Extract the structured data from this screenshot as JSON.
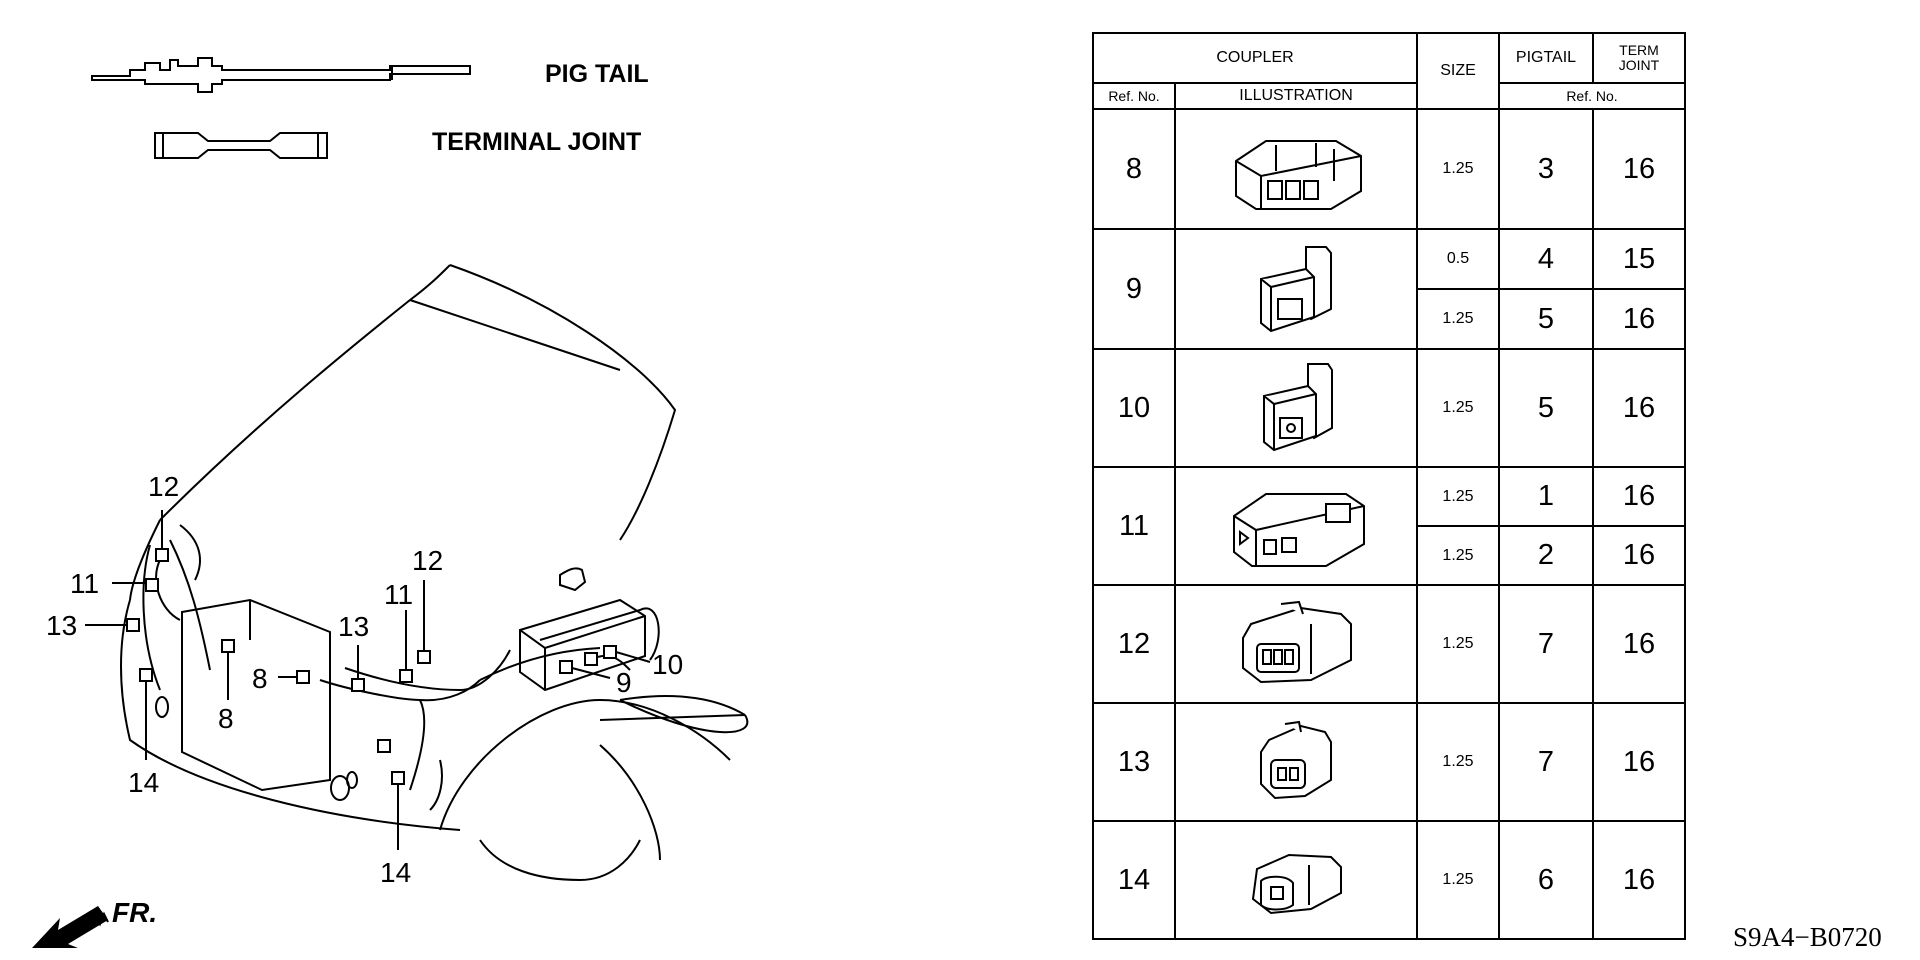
{
  "legend": {
    "pigtail_label": "PIG TAIL",
    "terminal_joint_label": "TERMINAL JOINT"
  },
  "diagram": {
    "callouts": [
      "12",
      "11",
      "13",
      "14",
      "8",
      "8",
      "13",
      "11",
      "12",
      "9",
      "10",
      "14"
    ],
    "direction_label": "FR."
  },
  "table": {
    "headers": {
      "coupler": "COUPLER",
      "ref_no": "Ref. No.",
      "illustration": "ILLUSTRATION",
      "size": "SIZE",
      "pigtail": "PIGTAIL",
      "term_joint_line1": "TERM",
      "term_joint_line2": "JOINT",
      "ref_no_sub": "Ref. No."
    },
    "rows": [
      {
        "ref": "8",
        "icon": "coupler-8-icon",
        "sub": [
          {
            "size": "1.25",
            "pigtail": "3",
            "term_joint": "16"
          }
        ]
      },
      {
        "ref": "9",
        "icon": "coupler-9-icon",
        "sub": [
          {
            "size": "0.5",
            "pigtail": "4",
            "term_joint": "15"
          },
          {
            "size": "1.25",
            "pigtail": "5",
            "term_joint": "16"
          }
        ]
      },
      {
        "ref": "10",
        "icon": "coupler-10-icon",
        "sub": [
          {
            "size": "1.25",
            "pigtail": "5",
            "term_joint": "16"
          }
        ]
      },
      {
        "ref": "11",
        "icon": "coupler-11-icon",
        "sub": [
          {
            "size": "1.25",
            "pigtail": "1",
            "term_joint": "16"
          },
          {
            "size": "1.25",
            "pigtail": "2",
            "term_joint": "16"
          }
        ]
      },
      {
        "ref": "12",
        "icon": "coupler-12-icon",
        "sub": [
          {
            "size": "1.25",
            "pigtail": "7",
            "term_joint": "16"
          }
        ]
      },
      {
        "ref": "13",
        "icon": "coupler-13-icon",
        "sub": [
          {
            "size": "1.25",
            "pigtail": "7",
            "term_joint": "16"
          }
        ]
      },
      {
        "ref": "14",
        "icon": "coupler-14-icon",
        "sub": [
          {
            "size": "1.25",
            "pigtail": "6",
            "term_joint": "16"
          }
        ]
      }
    ]
  },
  "diagram_code": "S9A4−B0720"
}
